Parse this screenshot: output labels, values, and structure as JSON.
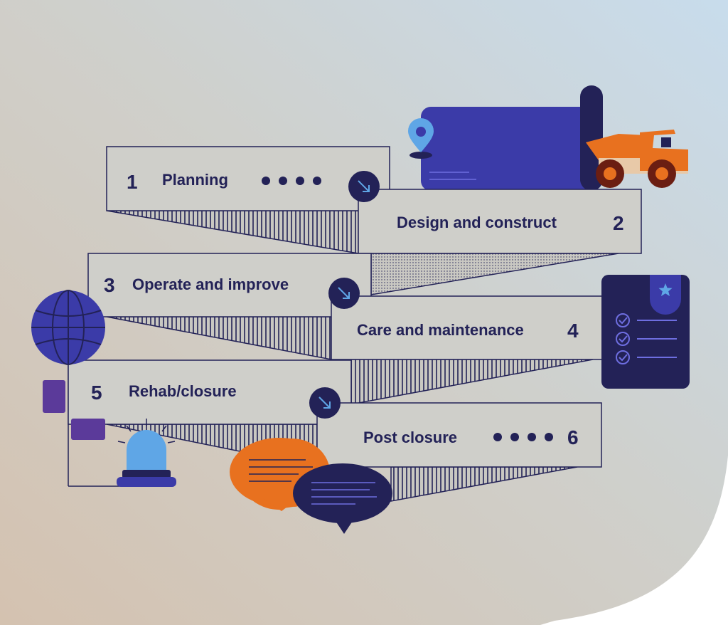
{
  "colors": {
    "navy": "#232257",
    "blue": "#3b3ba8",
    "orange": "#e8711f",
    "purple": "#5b3a9a",
    "light_blue": "#5fa6e6",
    "bg_left": "#d3c4b3",
    "bg_right": "#c9dcea",
    "card": "#cfcfc9"
  },
  "stages": [
    {
      "number": "1",
      "label": "Planning"
    },
    {
      "number": "2",
      "label": "Design and construct"
    },
    {
      "number": "3",
      "label": "Operate and improve"
    },
    {
      "number": "4",
      "label": "Care and maintenance"
    },
    {
      "number": "5",
      "label": "Rehab/closure"
    },
    {
      "number": "6",
      "label": "Post closure"
    }
  ],
  "icons": [
    "location-pin-icon",
    "blueprint-icon",
    "dump-truck-icon",
    "globe-icon",
    "checklist-icon",
    "star-icon",
    "alarm-beacon-icon",
    "chat-bubble-icon",
    "arrow-down-right-icon"
  ]
}
